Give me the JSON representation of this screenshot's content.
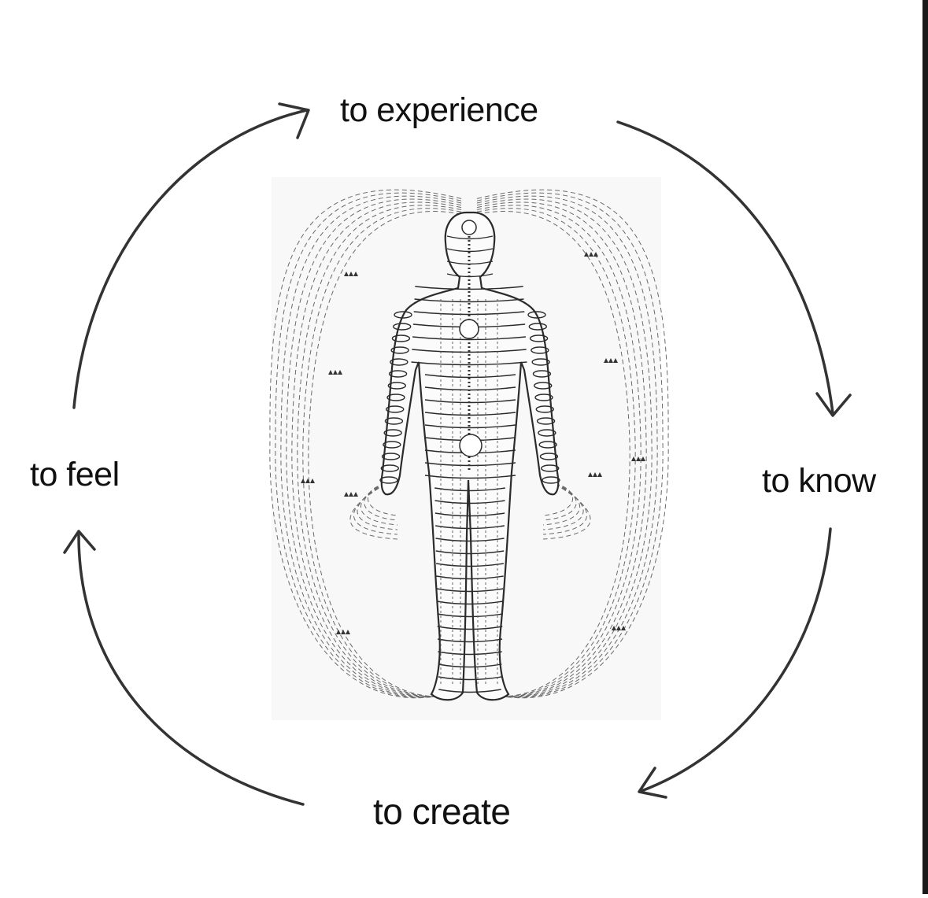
{
  "cycle": {
    "top": "to experience",
    "right": "to know",
    "bottom": "to create",
    "left": "to feel"
  },
  "colors": {
    "ink": "#111111",
    "arrow": "#333333",
    "figure": "#2b2b2b",
    "field": "#6a6a6a",
    "edge": "#1a1a1a"
  }
}
